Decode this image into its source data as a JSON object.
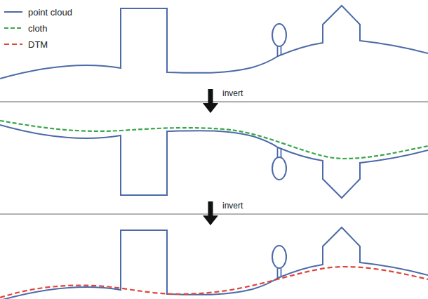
{
  "diagram": {
    "labels": [
      "invert",
      "invert"
    ],
    "legend": [
      {
        "text": "point cloud"
      },
      {
        "text": "cloth"
      },
      {
        "text": "DTM"
      }
    ]
  }
}
